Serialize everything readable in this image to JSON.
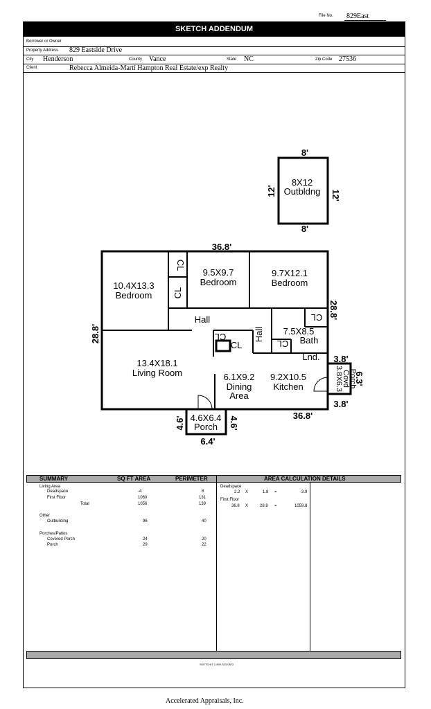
{
  "header": {
    "file_no_label": "File No.",
    "file_no_value": "829East",
    "title": "SKETCH ADDENDUM"
  },
  "fields": {
    "borrower_label": "Borrower or Owner",
    "borrower_value": "",
    "address_label": "Property Address",
    "address_value": "829 Eastside Drive",
    "city_label": "City",
    "city_value": "Henderson",
    "county_label": "County",
    "county_value": "Vance",
    "state_label": "State",
    "state_value": "NC",
    "zip_label": "Zip Code",
    "zip_value": "27536",
    "client_label": "Client",
    "client_value": "Rebecca Almeida-Marti Hampton Real Estate/exp Realty"
  },
  "sketch": {
    "outbuilding": {
      "label_size": "8X12",
      "label_name": "Outbldng",
      "top": "8'",
      "bottom": "8'",
      "left": "12'",
      "right": "12'"
    },
    "house": {
      "top": "36.8'",
      "bottom": "36.8'",
      "left": "28.8'",
      "right": "28.8'"
    },
    "rooms": {
      "bed1_size": "10.4X13.3",
      "bed1_name": "Bedroom",
      "bed2_size": "9.5X9.7",
      "bed2_name": "Bedroom",
      "bed3_size": "9.7X12.1",
      "bed3_name": "Bedroom",
      "living_size": "13.4X18.1",
      "living_name": "Living Room",
      "dining_size": "6.1X9.2",
      "dining_name1": "Dining",
      "dining_name2": "Area",
      "kitchen_size": "9.2X10.5",
      "kitchen_name": "Kitchen",
      "bath_size": "7.5X8.5",
      "bath_name": "Bath",
      "hall1": "Hall",
      "hall2": "Hall",
      "lnd": "Lnd.",
      "cl": "CL"
    },
    "covered_porch": {
      "size": "3.8X6.3",
      "name1": "Covd",
      "name2": "Porch",
      "dim_top": "3.8'",
      "dim_bottom": "3.8'",
      "dim_side": "6.3'"
    },
    "porch": {
      "size": "4.6X6.4",
      "name": "Porch",
      "dim_left": "4.6'",
      "dim_right": "4.6'",
      "dim_bottom": "6.4'"
    }
  },
  "summary": {
    "headers": {
      "summary": "SUMMARY",
      "area": "SQ FT AREA",
      "perimeter": "PERIMETER",
      "details": "AREA CALCULATION DETAILS"
    },
    "living_area": "Living Area",
    "deadspace": {
      "label": "Deadspace",
      "area": "-4",
      "perimeter": "8"
    },
    "first_floor": {
      "label": "First Floor",
      "area": "1060",
      "perimeter": "131"
    },
    "total": {
      "label": "Total",
      "area": "1056",
      "perimeter": "139"
    },
    "other": "Other",
    "outbuilding": {
      "label": "Outbuilding",
      "area": "96",
      "perimeter": "40"
    },
    "porches": "Porches/Patios",
    "covered_porch": {
      "label": "Covered Porch",
      "area": "24",
      "perimeter": "20"
    },
    "porch": {
      "label": "Porch",
      "area": "29",
      "perimeter": "22"
    },
    "calc": {
      "deadspace_label": "Deadspace",
      "deadspace_a": "2.2",
      "deadspace_x": "X",
      "deadspace_b": "1.8",
      "deadspace_eq": "=",
      "deadspace_r": "-3.9",
      "ff_label": "First Floor",
      "ff_a": "36.8",
      "ff_x": "X",
      "ff_b": "28.8",
      "ff_eq": "=",
      "ff_r": "1059.8"
    },
    "footer_code": "SKETCH/T 1-800-523-0872"
  },
  "bottom_text": "Accelerated Appraisals, Inc."
}
